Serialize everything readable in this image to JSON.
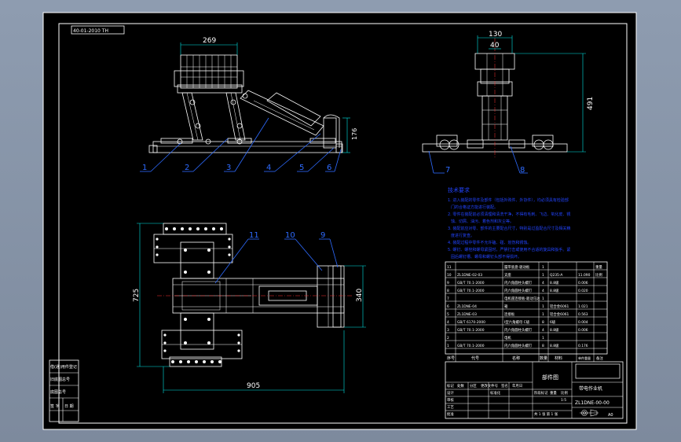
{
  "drawing": {
    "code_stamp": "40-01-2010 TH",
    "drawing_number": "ZL1DNE-00-00",
    "product_name": "带电作业机",
    "assembly_label": "部件图",
    "side_stamp_labels": [
      "借(通)用件登记",
      "旧底图总号",
      "底图总号",
      "签 字",
      "日 期"
    ]
  },
  "dimensions": {
    "top_width": "269",
    "height_small": "176",
    "side_width_outer": "130",
    "side_width_inner": "40",
    "side_height": "491",
    "plan_length": "905",
    "plan_depth": "725",
    "plan_width": "340"
  },
  "balloons": [
    "1",
    "2",
    "3",
    "4",
    "5",
    "6",
    "7",
    "8",
    "9",
    "10",
    "11"
  ],
  "tech_notes": {
    "title": "技术要求",
    "lines": [
      "1. 进入装配的零件及部件（包括外购件、外协件），均必须具有检验部",
      "门的合格证方能进行装配。",
      "2. 零件在装配前必须清理和清洗干净，不得有毛刺、飞边、氧化皮、锈",
      "蚀、切屑、油污、着色剂和灰尘等。",
      "3. 装配前应对零、部件的主要配合尺寸，特别是过盈配合尺寸及相关精",
      "度进行复查。",
      "4. 装配过程中零件不允许磕、碰、划伤和锈蚀。",
      "5. 螺钉、螺栓和螺母紧固时，严禁打击或使用不合适的旋具和扳手。紧",
      "固后螺钉槽、螺母和螺钉头部不得损坏。"
    ]
  },
  "bom": {
    "rows": [
      [
        "11",
        "",
        "履带底盘-驱动板",
        "1",
        "",
        "",
        ""
      ],
      [
        "10",
        "ZL1DNE-02-03",
        "支座",
        "1",
        "Q235-A",
        "11.090",
        ""
      ],
      [
        "9",
        "GB/T 70.1-2000",
        "内六角圆柱头螺钉",
        "4",
        "8.8级",
        "0.006",
        ""
      ],
      [
        "8",
        "GB/T 70.1-2000",
        "内六角圆柱头螺钉",
        "4",
        "8.8级",
        "0.020",
        ""
      ],
      [
        "7",
        "",
        "电机座连接板-驱动马达",
        "1",
        "",
        "",
        ""
      ],
      [
        "6",
        "ZL1DNE-04",
        "箱",
        "1",
        "铝合金6061",
        "1.021",
        ""
      ],
      [
        "5",
        "ZL1DNE-03",
        "连接板",
        "1",
        "铝合金6061",
        "0.563",
        ""
      ],
      [
        "4",
        "GB/T 6170-2000",
        "Ⅰ型六角螺母 C级",
        "8",
        "6级",
        "0.004",
        ""
      ],
      [
        "3",
        "GB/T 70.1-2000",
        "内六角圆柱头螺钉",
        "4",
        "8.8级",
        "0.006",
        ""
      ],
      [
        "2",
        "",
        "电机",
        "1",
        "",
        "",
        ""
      ],
      [
        "1",
        "GB/T 70.1-2000",
        "内六角圆柱头螺钉",
        "8",
        "8.8级",
        "0.176",
        ""
      ]
    ],
    "header": [
      "序号",
      "代号",
      "名称",
      "数量",
      "材料",
      "单件重量",
      "备注"
    ],
    "side_notes": [
      "重量",
      "比例"
    ]
  },
  "title_block": {
    "row_labels": [
      "标记",
      "处数",
      "分区",
      "更改文件号",
      "签名",
      "年月日"
    ],
    "people": [
      "设计",
      "审核",
      "工艺",
      "批准"
    ],
    "labels": [
      "标准化",
      "阶段标记",
      "重量",
      "比例"
    ],
    "scale": "1:5",
    "sheet": "共 1 张  第 1 张",
    "format": "A0"
  },
  "colors": {
    "background": "#000000",
    "outline": "#ffffff",
    "dimension": "#00e5e5",
    "annotation": "#2e6bff",
    "center_line": "#ff3030",
    "note_text": "#2244ff"
  }
}
